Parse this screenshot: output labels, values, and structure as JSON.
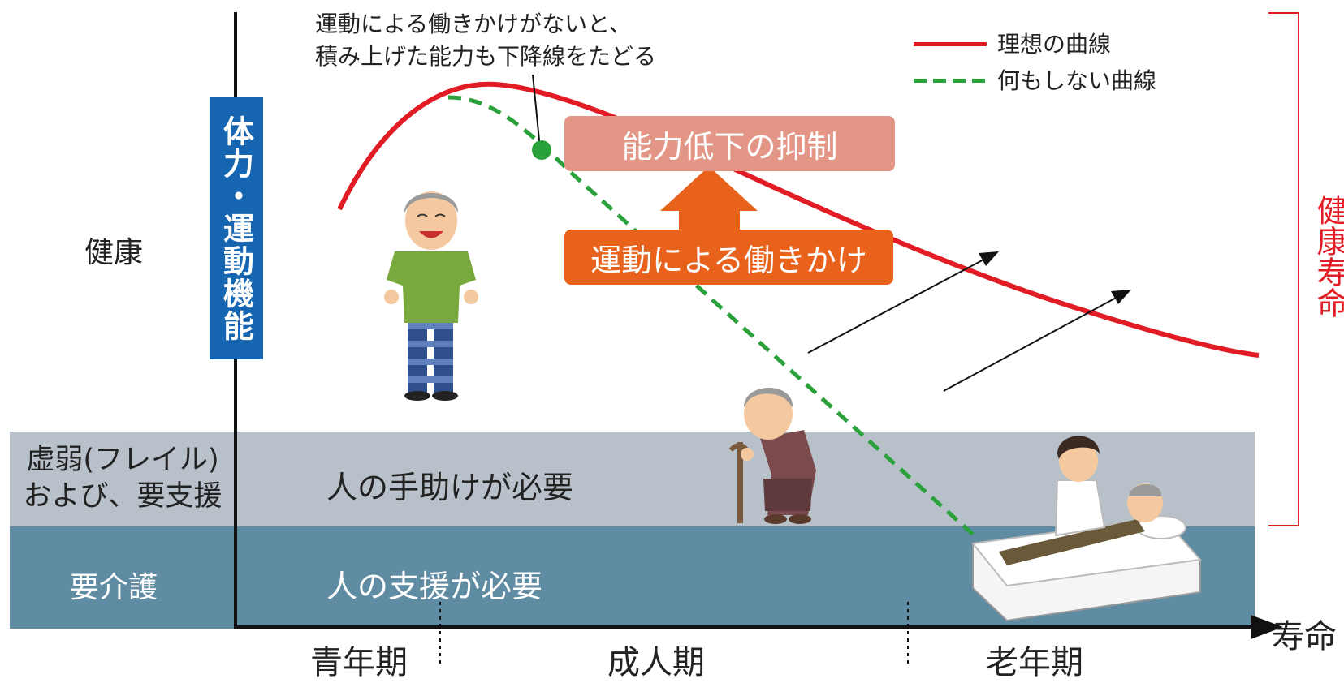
{
  "annotation": {
    "line1": "運動による働きかけがないと、",
    "line2": "積み上げた能力も下降線をたどる"
  },
  "legend": {
    "ideal": "理想の曲線",
    "none": "何もしない曲線",
    "ideal_color": "#e21c24",
    "none_color": "#2aa13b"
  },
  "y_axis_title": "体力・運動機能",
  "levels": {
    "healthy": "健康",
    "frail_line1": "虚弱(フレイル)",
    "frail_line2": "および、要支援",
    "care": "要介護"
  },
  "bands": {
    "frail_text": "人の手助けが必要",
    "care_text": "人の支援が必要"
  },
  "boxes": {
    "suppress": "能力低下の抑制",
    "exercise": "運動による働きかけ"
  },
  "healthy_life": "健康寿命",
  "x_axis": {
    "title": "寿命",
    "periods": [
      "青年期",
      "成人期",
      "老年期"
    ]
  },
  "icons": {
    "man": "smiling-elderly-man-icon",
    "woman": "elderly-woman-with-cane-icon",
    "bed": "caregiver-and-bedridden-person-icon"
  }
}
